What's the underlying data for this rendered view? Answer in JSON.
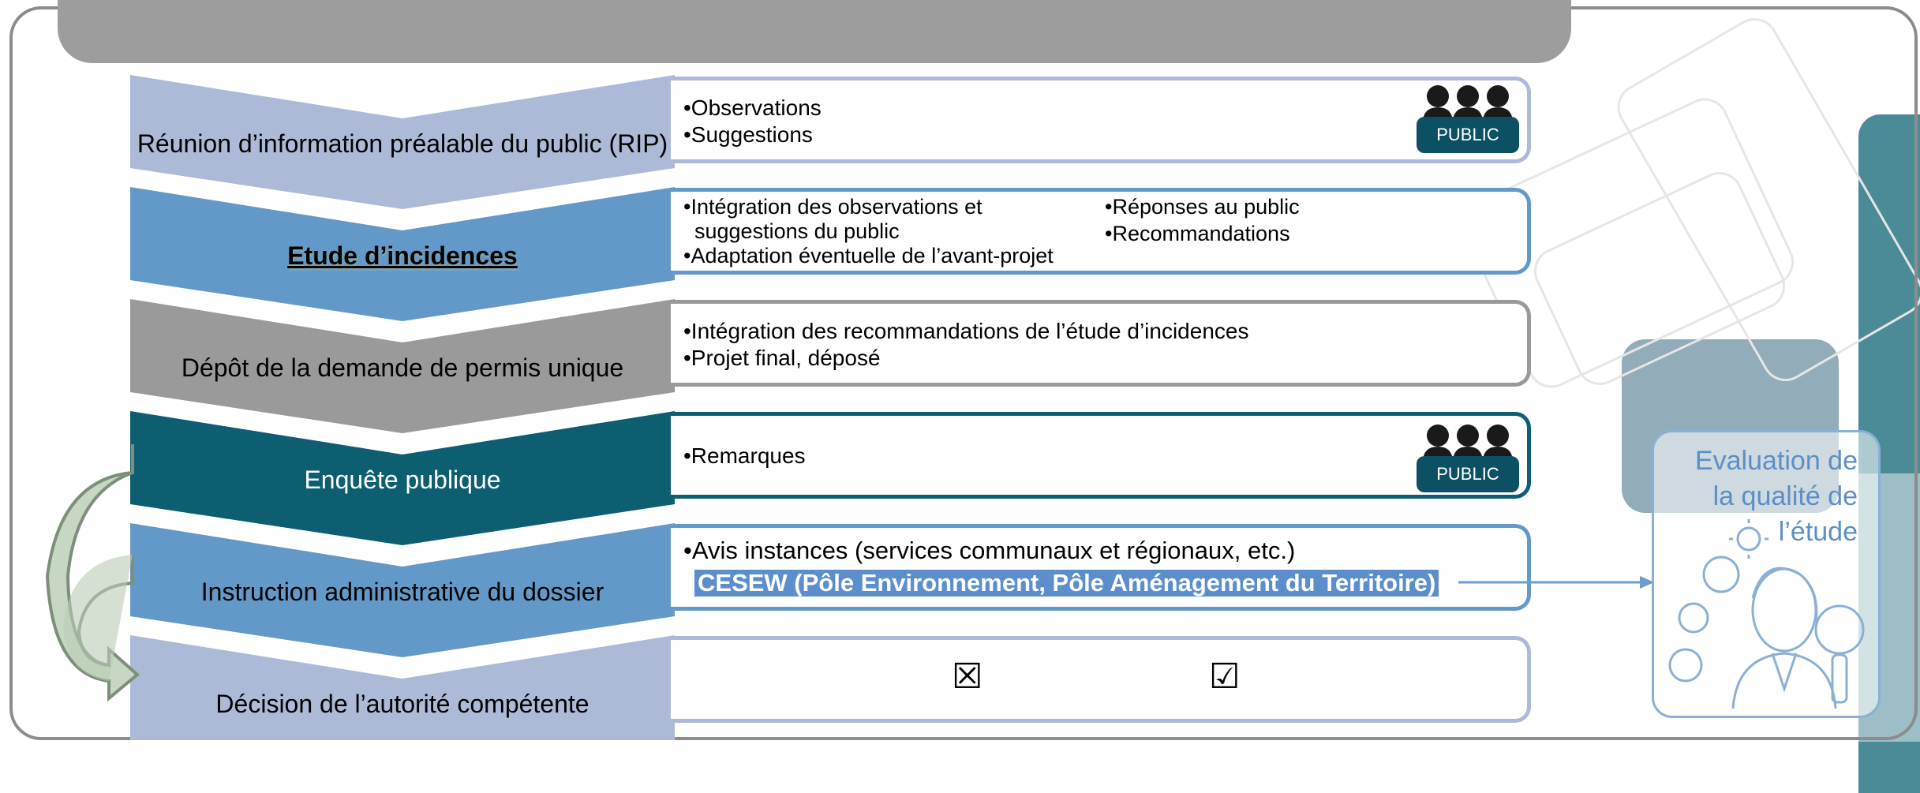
{
  "title": "l'environnement ?",
  "colors": {
    "stage1": "#adbad7",
    "stage2": "#6399c8",
    "stage3": "#9a9a9a",
    "stage4": "#0d5e71",
    "stage5": "#6399c8",
    "stage6": "#adbad7",
    "public_badge": "#0c5063",
    "highlight": "#5b8ecb"
  },
  "stages": [
    {
      "label": "Réunion d’information préalable du public (RIP)",
      "bullets": [
        "•Observations",
        "•Suggestions"
      ],
      "badge": "PUBLIC"
    },
    {
      "label": "Etude d’incidences",
      "bullets_left": [
        "•Intégration des observations et",
        "suggestions du public",
        "•Adaptation éventuelle de l’avant-projet"
      ],
      "bullets_right": [
        "•Réponses au public",
        "•Recommandations"
      ]
    },
    {
      "label": "Dépôt de la demande de permis unique",
      "bullets": [
        "•Intégration des recommandations de l’étude d’incidences",
        "•Projet final, déposé"
      ]
    },
    {
      "label": "Enquête publique",
      "bullets": [
        "•Remarques"
      ],
      "badge": "PUBLIC"
    },
    {
      "label": "Instruction administrative du dossier",
      "bullet": "•Avis instances (services communaux et régionaux, etc.)",
      "highlight": "CESEW (Pôle Environnement, Pôle Aménagement du Territoire)"
    },
    {
      "label": "Décision de l’autorité compétente",
      "symbols": [
        "☒",
        "☑"
      ]
    }
  ],
  "evaluation": {
    "lines": [
      "Evaluation de",
      "la qualité de",
      "l’étude"
    ],
    "icon": "woman-with-gears-and-magnifier-icon"
  },
  "loop_arrow_icon": "loop-arrow-icon"
}
